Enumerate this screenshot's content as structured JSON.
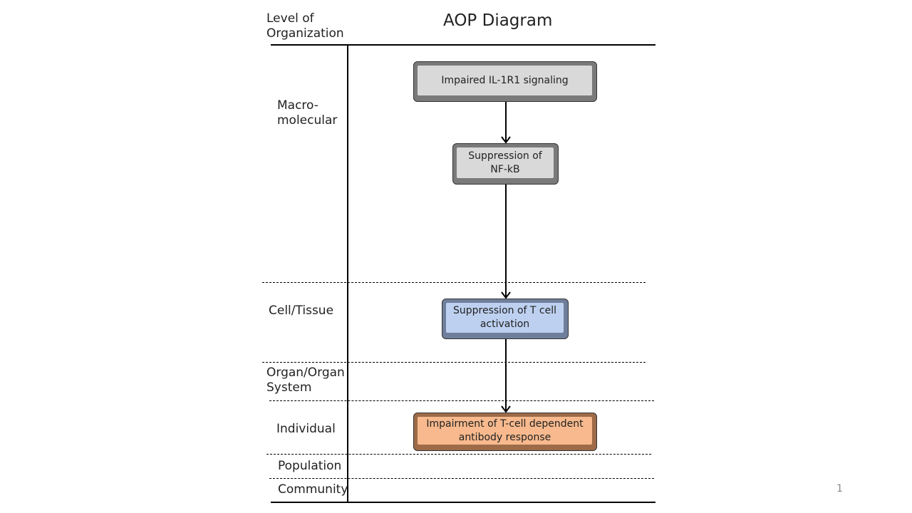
{
  "diagram": {
    "title": "AOP Diagram",
    "level_header": "Level of\nOrganization"
  },
  "levels": {
    "macromolecular": "Macro-\nmolecular",
    "cell_tissue": "Cell/Tissue",
    "organ": "Organ/Organ\nSystem",
    "individual": "Individual",
    "population": "Population",
    "community": "Community"
  },
  "events": {
    "mie": "Impaired IL-1R1 signaling",
    "ke1": "Suppression of\nNF-kB",
    "ke2": "Suppression of  T cell\nactivation",
    "ao": "Impairment of T-cell dependent\nantibody response"
  },
  "colors": {
    "molecular_event": "#d9d9d9",
    "cellular_event": "#bdd0f0",
    "adverse_outcome": "#f7b98d"
  },
  "page_number": "1"
}
